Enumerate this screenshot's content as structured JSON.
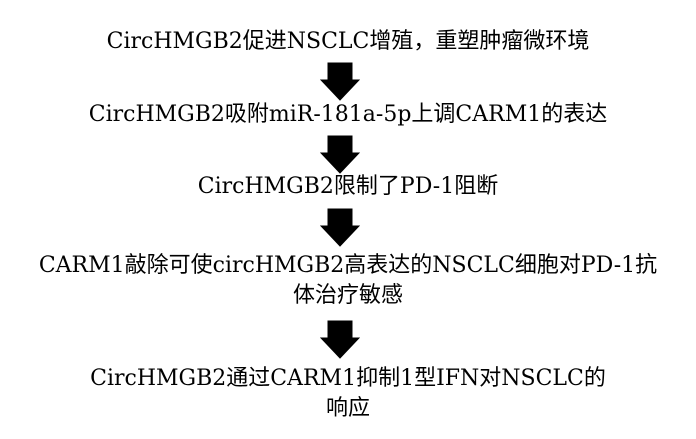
{
  "flow": {
    "steps": [
      {
        "lines": [
          "CircHMGB2促进NSCLC增殖，重塑肿瘤微环境"
        ]
      },
      {
        "lines": [
          "CircHMGB2吸附miR-181a-5p上调CARM1的表达"
        ]
      },
      {
        "lines": [
          "CircHMGB2限制了PD-1阻断"
        ]
      },
      {
        "lines": [
          "CARM1敲除可使circHMGB2高表达的NSCLC细胞对PD-1抗",
          "体治疗敏感"
        ]
      },
      {
        "lines": [
          "CircHMGB2通过CARM1抑制1型IFN对NSCLC的",
          "响应"
        ]
      }
    ],
    "arrow_icon": "down-arrow-icon",
    "arrow_color": "#000000"
  }
}
